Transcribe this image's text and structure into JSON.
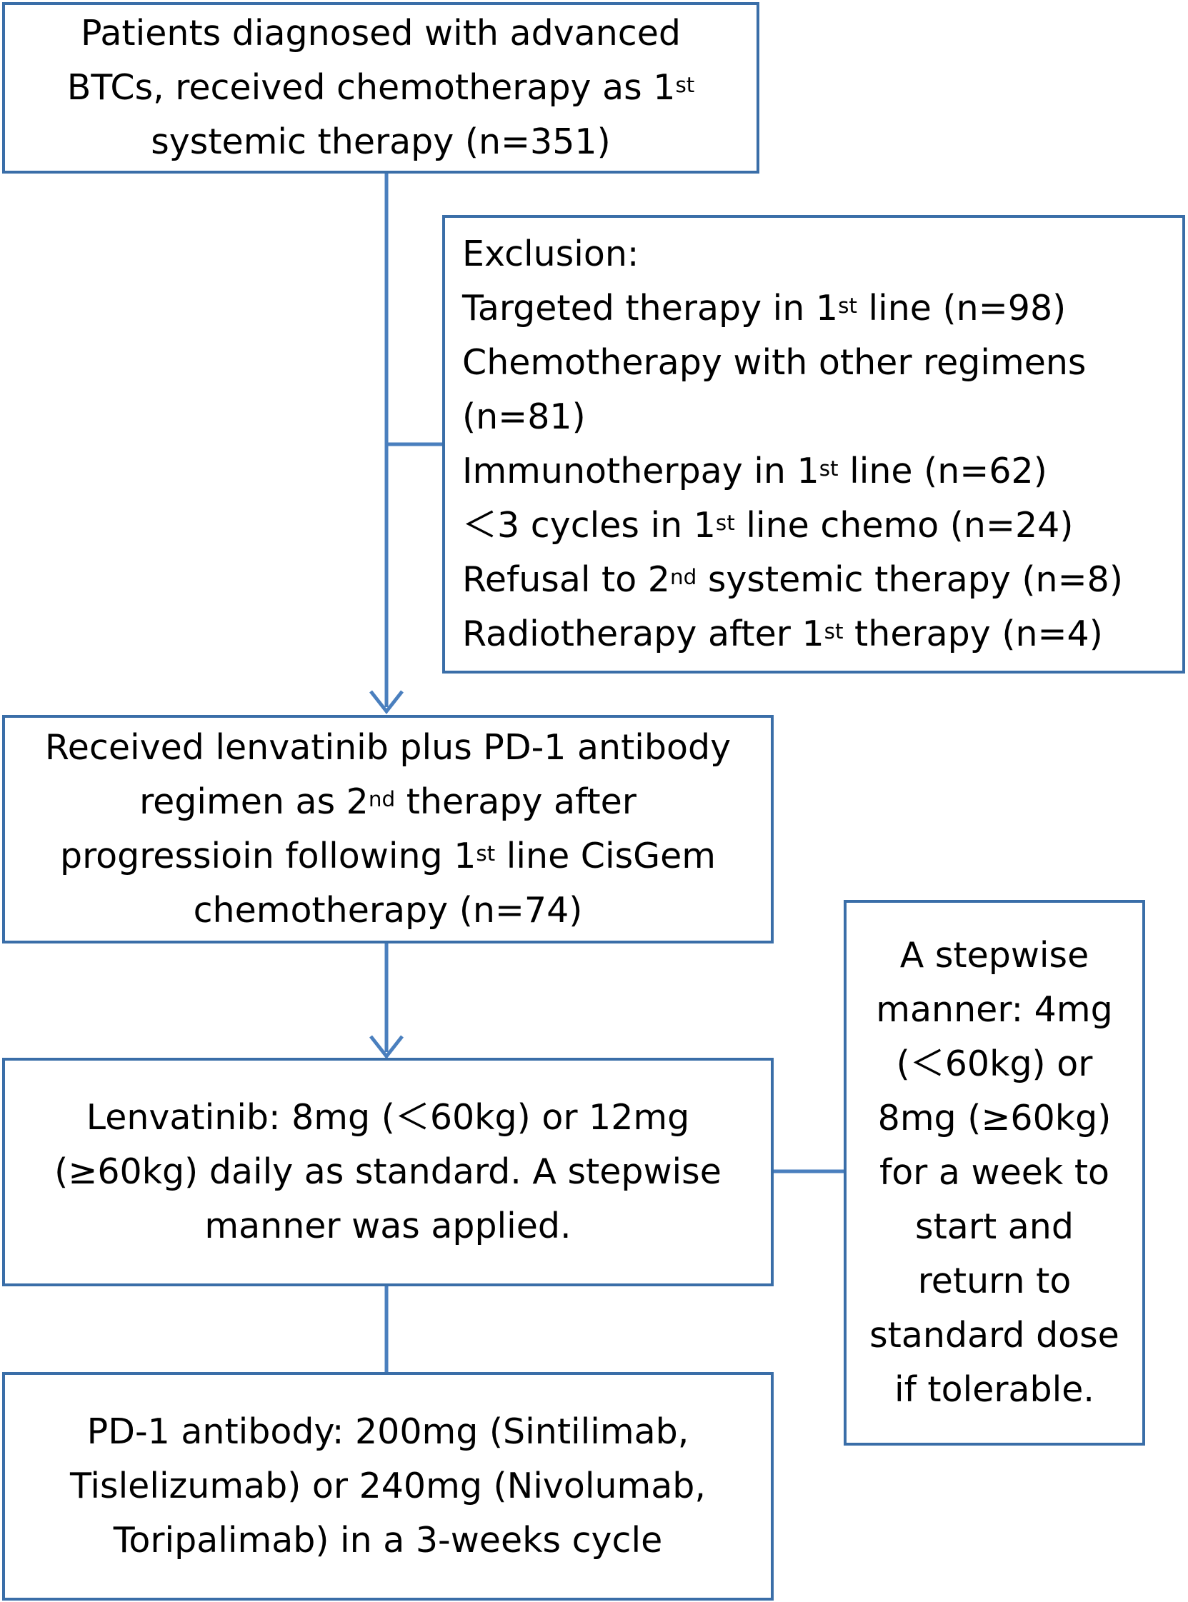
{
  "box_start": {
    "lines": [
      {
        "pre": "Patients diagnosed with advanced",
        "sup": "",
        "post": ""
      },
      {
        "pre": "BTCs, received chemotherapy as 1",
        "sup": "st",
        "post": ""
      },
      {
        "pre": "systemic therapy (n=351)",
        "sup": "",
        "post": ""
      }
    ]
  },
  "box_exclusion": {
    "lines": [
      {
        "pre": "Exclusion:",
        "sup": "",
        "post": ""
      },
      {
        "pre": "Targeted therapy in 1",
        "sup": "st",
        "post": " line (n=98)"
      },
      {
        "pre": "Chemotherapy with other regimens",
        "sup": "",
        "post": ""
      },
      {
        "pre": "(n=81)",
        "sup": "",
        "post": ""
      },
      {
        "pre": "Immunotherpay in 1",
        "sup": "st",
        "post": " line (n=62)"
      },
      {
        "pre": "＜3 cycles in 1",
        "sup": "st",
        "post": " line chemo (n=24)"
      },
      {
        "pre": "Refusal to 2",
        "sup": "nd",
        "post": " systemic therapy (n=8)"
      },
      {
        "pre": "Radiotherapy after 1",
        "sup": "st",
        "post": " therapy (n=4)"
      }
    ]
  },
  "box_received": {
    "lines": [
      {
        "pre": "Received lenvatinib plus PD-1 antibody",
        "sup": "",
        "post": ""
      },
      {
        "pre": "regimen as 2",
        "sup": "nd",
        "post": " therapy after"
      },
      {
        "pre": "progressioin following 1",
        "sup": "st",
        "post": " line CisGem"
      },
      {
        "pre": "chemotherapy  (n=74)",
        "sup": "",
        "post": ""
      }
    ]
  },
  "box_lenvatinib": {
    "lines": [
      {
        "pre": "Lenvatinib: 8mg (＜60kg) or 12mg",
        "sup": "",
        "post": ""
      },
      {
        "pre": "(≥60kg) daily as standard. A stepwise",
        "sup": "",
        "post": ""
      },
      {
        "pre": "manner was applied.",
        "sup": "",
        "post": ""
      }
    ]
  },
  "box_pd1": {
    "lines": [
      {
        "pre": "PD-1 antibody: 200mg (Sintilimab,",
        "sup": "",
        "post": ""
      },
      {
        "pre": "Tislelizumab) or 240mg (Nivolumab,",
        "sup": "",
        "post": ""
      },
      {
        "pre": "Toripalimab) in a 3-weeks cycle",
        "sup": "",
        "post": ""
      }
    ]
  },
  "box_stepwise": {
    "lines": [
      {
        "pre": "A stepwise",
        "sup": "",
        "post": ""
      },
      {
        "pre": "manner: 4mg",
        "sup": "",
        "post": ""
      },
      {
        "pre": "(＜60kg) or",
        "sup": "",
        "post": ""
      },
      {
        "pre": "8mg (≥60kg)",
        "sup": "",
        "post": ""
      },
      {
        "pre": "for a week to",
        "sup": "",
        "post": ""
      },
      {
        "pre": "start and",
        "sup": "",
        "post": ""
      },
      {
        "pre": "return to",
        "sup": "",
        "post": ""
      },
      {
        "pre": "standard dose",
        "sup": "",
        "post": ""
      },
      {
        "pre": "if tolerable.",
        "sup": "",
        "post": ""
      }
    ]
  },
  "colors": {
    "border": "#3a6ea8",
    "connector": "#4a7fbe",
    "text": "#000000"
  }
}
